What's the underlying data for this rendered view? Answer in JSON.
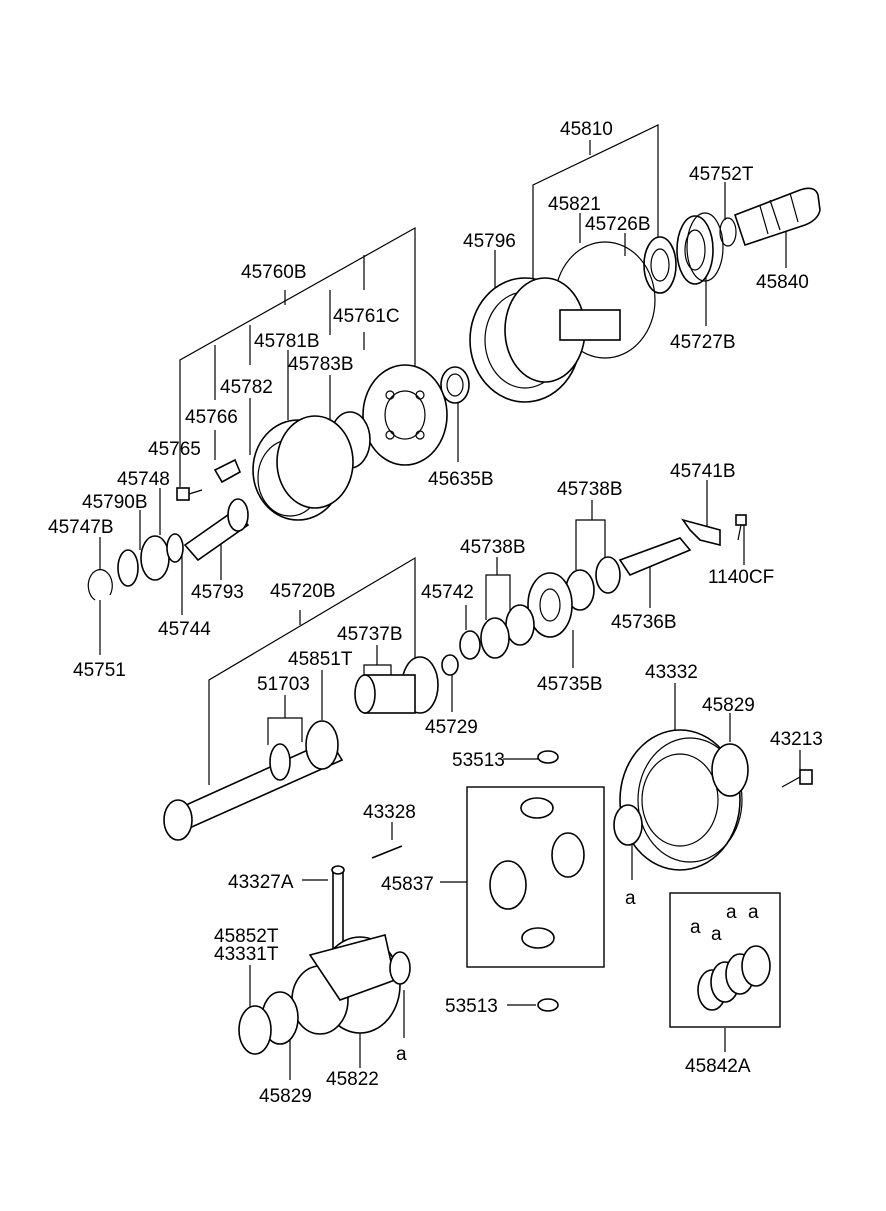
{
  "labels": {
    "p45810": "45810",
    "p45752T": "45752T",
    "p45821": "45821",
    "p45726B": "45726B",
    "p45796": "45796",
    "p45840": "45840",
    "p45727B": "45727B",
    "p45760B": "45760B",
    "p45781B": "45781B",
    "p45761C": "45761C",
    "p45783B": "45783B",
    "p45782": "45782",
    "p45766": "45766",
    "p45765": "45765",
    "p45748": "45748",
    "p45790B": "45790B",
    "p45747B": "45747B",
    "p45635B": "45635B",
    "p45741B": "45741B",
    "p45738B_a": "45738B",
    "p45738B_b": "45738B",
    "p1140CF": "1140CF",
    "p45742": "45742",
    "p45793": "45793",
    "p45744": "45744",
    "p45751": "45751",
    "p45720B": "45720B",
    "p45736B": "45736B",
    "p45737B": "45737B",
    "p45851T": "45851T",
    "p51703": "51703",
    "p45735B": "45735B",
    "p45729": "45729",
    "p43332": "43332",
    "p45829_a": "45829",
    "p43213": "43213",
    "p53513_a": "53513",
    "p43328": "43328",
    "p45837": "45837",
    "p43327A": "43327A",
    "p45852T": "45852T",
    "p43331T": "43331T",
    "p53513_b": "53513",
    "p45829_b": "45829",
    "p45822": "45822",
    "p45842A": "45842A",
    "a1": "a",
    "a2": "a",
    "a3": "a",
    "a4": "a",
    "a5": "a",
    "a6": "a"
  }
}
